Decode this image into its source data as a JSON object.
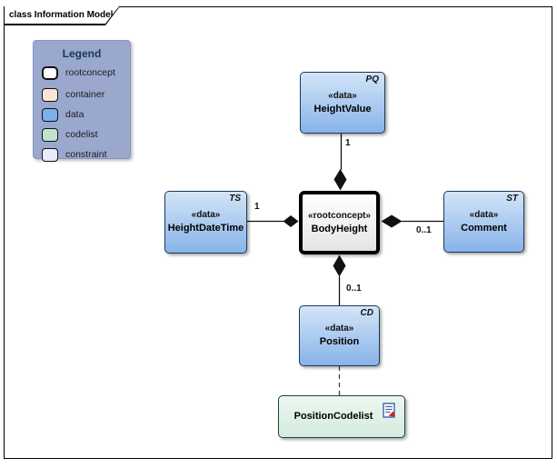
{
  "frame": {
    "title": "class Information Model"
  },
  "legend": {
    "title": "Legend",
    "items": [
      {
        "label": "rootconcept",
        "color": "#ffffff"
      },
      {
        "label": "container",
        "color": "#fbe5d6"
      },
      {
        "label": "data",
        "color": "#7db1ee"
      },
      {
        "label": "codelist",
        "color": "#bfe3cb"
      },
      {
        "label": "constraint",
        "color": "#e9eaf9"
      }
    ],
    "background": "#9aa8ce",
    "title_color": "#17365d"
  },
  "nodes": [
    {
      "stereotype": "«data»",
      "name": "HeightValue",
      "type_abbrev": "PQ",
      "kind": "data"
    },
    {
      "stereotype": "«data»",
      "name": "HeightDateTime",
      "type_abbrev": "TS",
      "kind": "data"
    },
    {
      "stereotype": "«rootconcept»",
      "name": "BodyHeight",
      "type_abbrev": "",
      "kind": "rootconcept"
    },
    {
      "stereotype": "«data»",
      "name": "Comment",
      "type_abbrev": "ST",
      "kind": "data"
    },
    {
      "stereotype": "«data»",
      "name": "Position",
      "type_abbrev": "CD",
      "kind": "data"
    },
    {
      "name": "PositionCodelist",
      "kind": "codelist",
      "has_document_icon": true
    }
  ],
  "connectors": [
    {
      "from": "HeightValue",
      "to": "BodyHeight",
      "type": "composition",
      "multiplicity": "1"
    },
    {
      "from": "HeightDateTime",
      "to": "BodyHeight",
      "type": "composition",
      "multiplicity": "1"
    },
    {
      "from": "Comment",
      "to": "BodyHeight",
      "type": "composition",
      "multiplicity": "0..1"
    },
    {
      "from": "Position",
      "to": "BodyHeight",
      "type": "composition",
      "multiplicity": "0..1"
    },
    {
      "from": "Position",
      "to": "PositionCodelist",
      "type": "dependency"
    }
  ],
  "colors": {
    "data_fill_top": "#d3e5f8",
    "data_fill_bottom": "#88b3e8",
    "rootconcept_fill_top": "#ffffff",
    "rootconcept_fill_bottom": "#e4e4e4",
    "codelist_fill_top": "#ecf7f1",
    "codelist_fill_bottom": "#d5ebde",
    "connector_line": "#111111"
  }
}
